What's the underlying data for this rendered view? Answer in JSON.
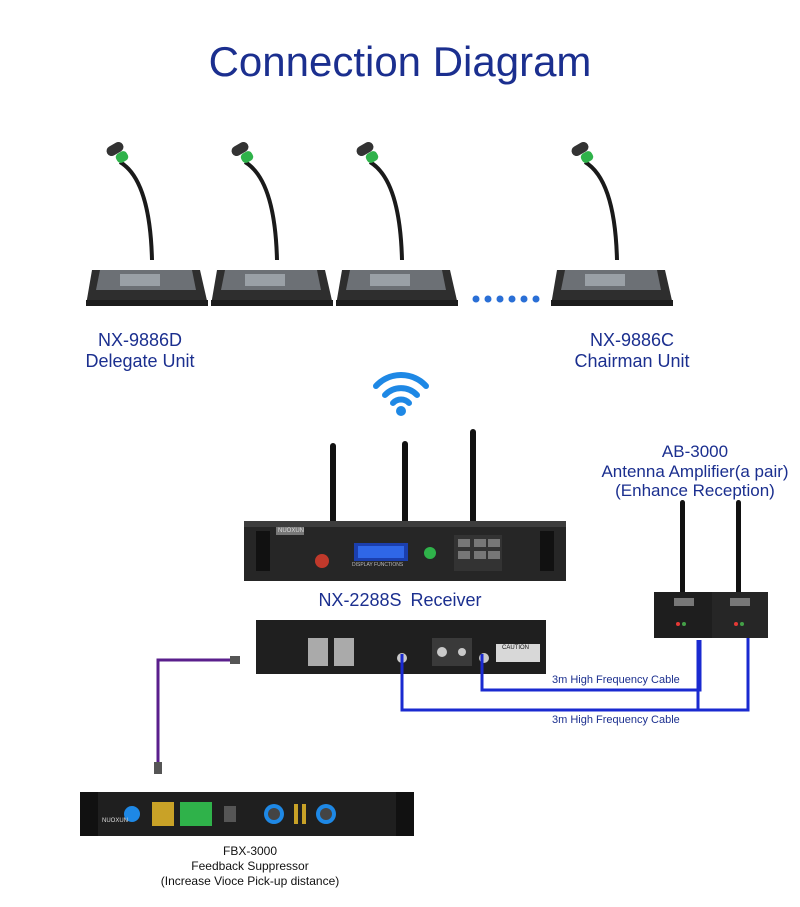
{
  "title": "Connection Diagram",
  "delegate": {
    "model": "NX-9886D",
    "role": "Delegate Unit"
  },
  "chairman": {
    "model": "NX-9886C",
    "role": "Chairman Unit"
  },
  "amplifier": {
    "model": "AB-3000",
    "desc": "Antenna Amplifier(a pair)",
    "note": "(Enhance Reception)"
  },
  "receiver": {
    "model": "NX-2288S",
    "role": "Receiver",
    "brand": "NUOXUN",
    "display_text": "DISPLAY FUNCTIONS"
  },
  "cables": {
    "cable_a": "3m High Frequency Cable",
    "cable_b": "3m High Frequency Cable"
  },
  "rear_panel": {
    "caution": "CAUTION"
  },
  "suppressor": {
    "model": "FBX-3000",
    "role": "Feedback Suppressor",
    "note": "(Increase Vioce Pick-up distance)",
    "brand": "NUOXUN"
  },
  "colors": {
    "title": "#1b2f8f",
    "cable": "#1a2ad0",
    "audio_cable": "#5a1f8c",
    "device_body": "#2a2a2a",
    "mic_ring": "#2fb24a",
    "wifi": "#1e88e5"
  },
  "icons": {
    "wireless": "wifi-icon"
  }
}
